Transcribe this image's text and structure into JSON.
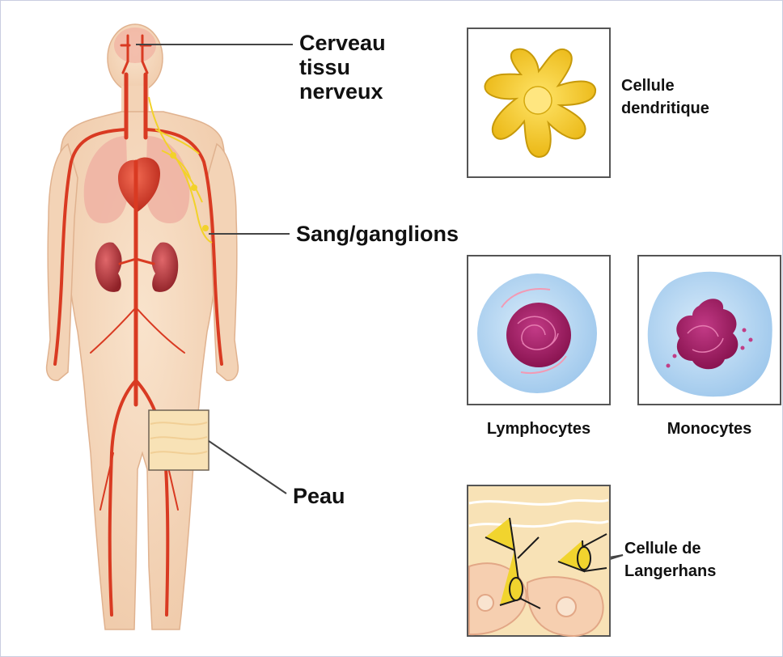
{
  "labels": {
    "brain_line1": "Cerveau",
    "brain_line2": "tissu",
    "brain_line3": "nerveux",
    "blood": "Sang/ganglions",
    "skin": "Peau",
    "dendritic_line1": "Cellule",
    "dendritic_line2": "dendritique",
    "lymphocytes": "Lymphocytes",
    "monocytes": "Monocytes",
    "langerhans_line1": "Cellule de",
    "langerhans_line2": "Langerhans"
  },
  "colors": {
    "skin_tone": "#f6d9bf",
    "artery": "#d93a22",
    "lymph": "#f2d22a",
    "lung": "#f0b4a4",
    "kidney": "#b8353a",
    "dendritic_cell": "#f6c92a",
    "cell_cytoplasm": "#b9d9f2",
    "cell_nucleus": "#a3185f",
    "skin_patch": "#f8e2b6"
  }
}
